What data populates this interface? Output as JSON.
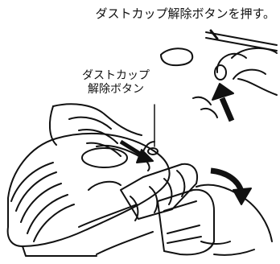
{
  "instruction": {
    "caption": "ダストカップ解除ボタンを押す。"
  },
  "callout": {
    "line1": "ダストカップ",
    "line2": "解除ボタン"
  },
  "icons": [
    "hand-press-icon",
    "rotation-arrow-icon",
    "press-arrow-icon"
  ]
}
